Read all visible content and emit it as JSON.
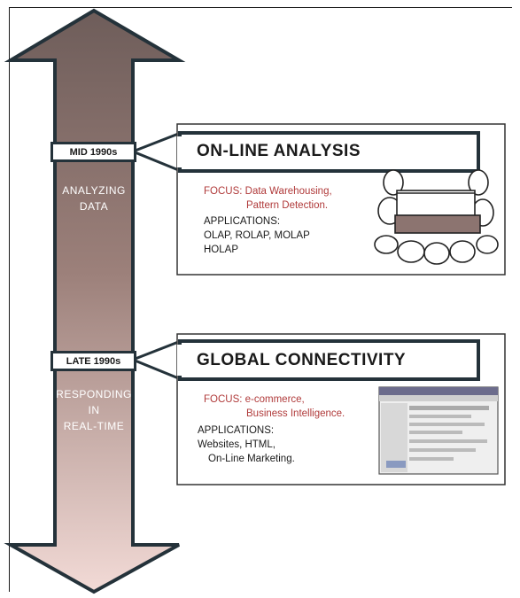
{
  "timeline": {
    "top_label": "ANALYZING DATA",
    "top_label_lines": [
      "ANALYZING",
      "DATA"
    ],
    "bottom_label_lines": [
      "RESPONDING",
      "IN",
      "REAL-TIME"
    ],
    "arrow_color_top": "#6e5d5a",
    "arrow_color_bottom": "#f2dad6"
  },
  "eras": [
    {
      "date": "MID 1990s",
      "title": "ON-LINE ANALYSIS",
      "focus_lines": [
        "FOCUS: Data Warehousing,",
        "Pattern Detection."
      ],
      "applications_heading": "APPLICATIONS:",
      "applications_lines": [
        "OLAP, ROLAP, MOLAP",
        "HOLAP"
      ],
      "image": "data-warehouse-icon"
    },
    {
      "date": "LATE 1990s",
      "title": "GLOBAL CONNECTIVITY",
      "focus_lines": [
        "FOCUS: e-commerce,",
        "Business Intelligence."
      ],
      "applications_heading": "APPLICATIONS:",
      "applications_lines": [
        "Websites, HTML,",
        "On-Line Marketing."
      ],
      "image": "browser-window-icon"
    }
  ],
  "colors": {
    "focus": "#b03a3a",
    "border": "#24323a"
  }
}
